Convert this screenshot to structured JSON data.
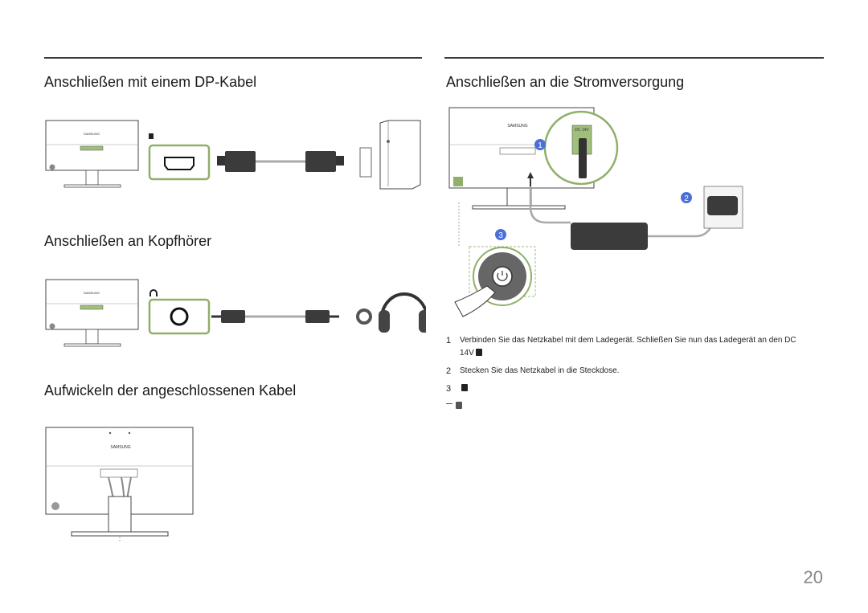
{
  "left": {
    "dp_heading": "Anschließen mit einem DP-Kabel",
    "headphone_heading": "Anschließen an Kopfhörer",
    "cable_heading": "Aufwickeln der angeschlossenen Kabel"
  },
  "right": {
    "power_heading": "Anschließen an die Stromversorgung",
    "steps": [
      {
        "num": "1",
        "text_line1": "Verbinden Sie das Netzkabel mit dem Ladegerät. Schließen Sie nun das Ladegerät an den DC",
        "text_line2": "14V"
      },
      {
        "num": "2",
        "text": "Stecken Sie das Netzkabel in die Steckdose."
      },
      {
        "num": "3",
        "text": ""
      }
    ],
    "callouts": [
      "1",
      "2",
      "3"
    ]
  },
  "monitor": {
    "brand": "SAMSUNG",
    "port_label": "DC 14V"
  },
  "page_number": "20",
  "colors": {
    "accent_green": "#8fb06a",
    "callout_blue": "#4a6fd8",
    "rule": "#3a3a3a"
  }
}
